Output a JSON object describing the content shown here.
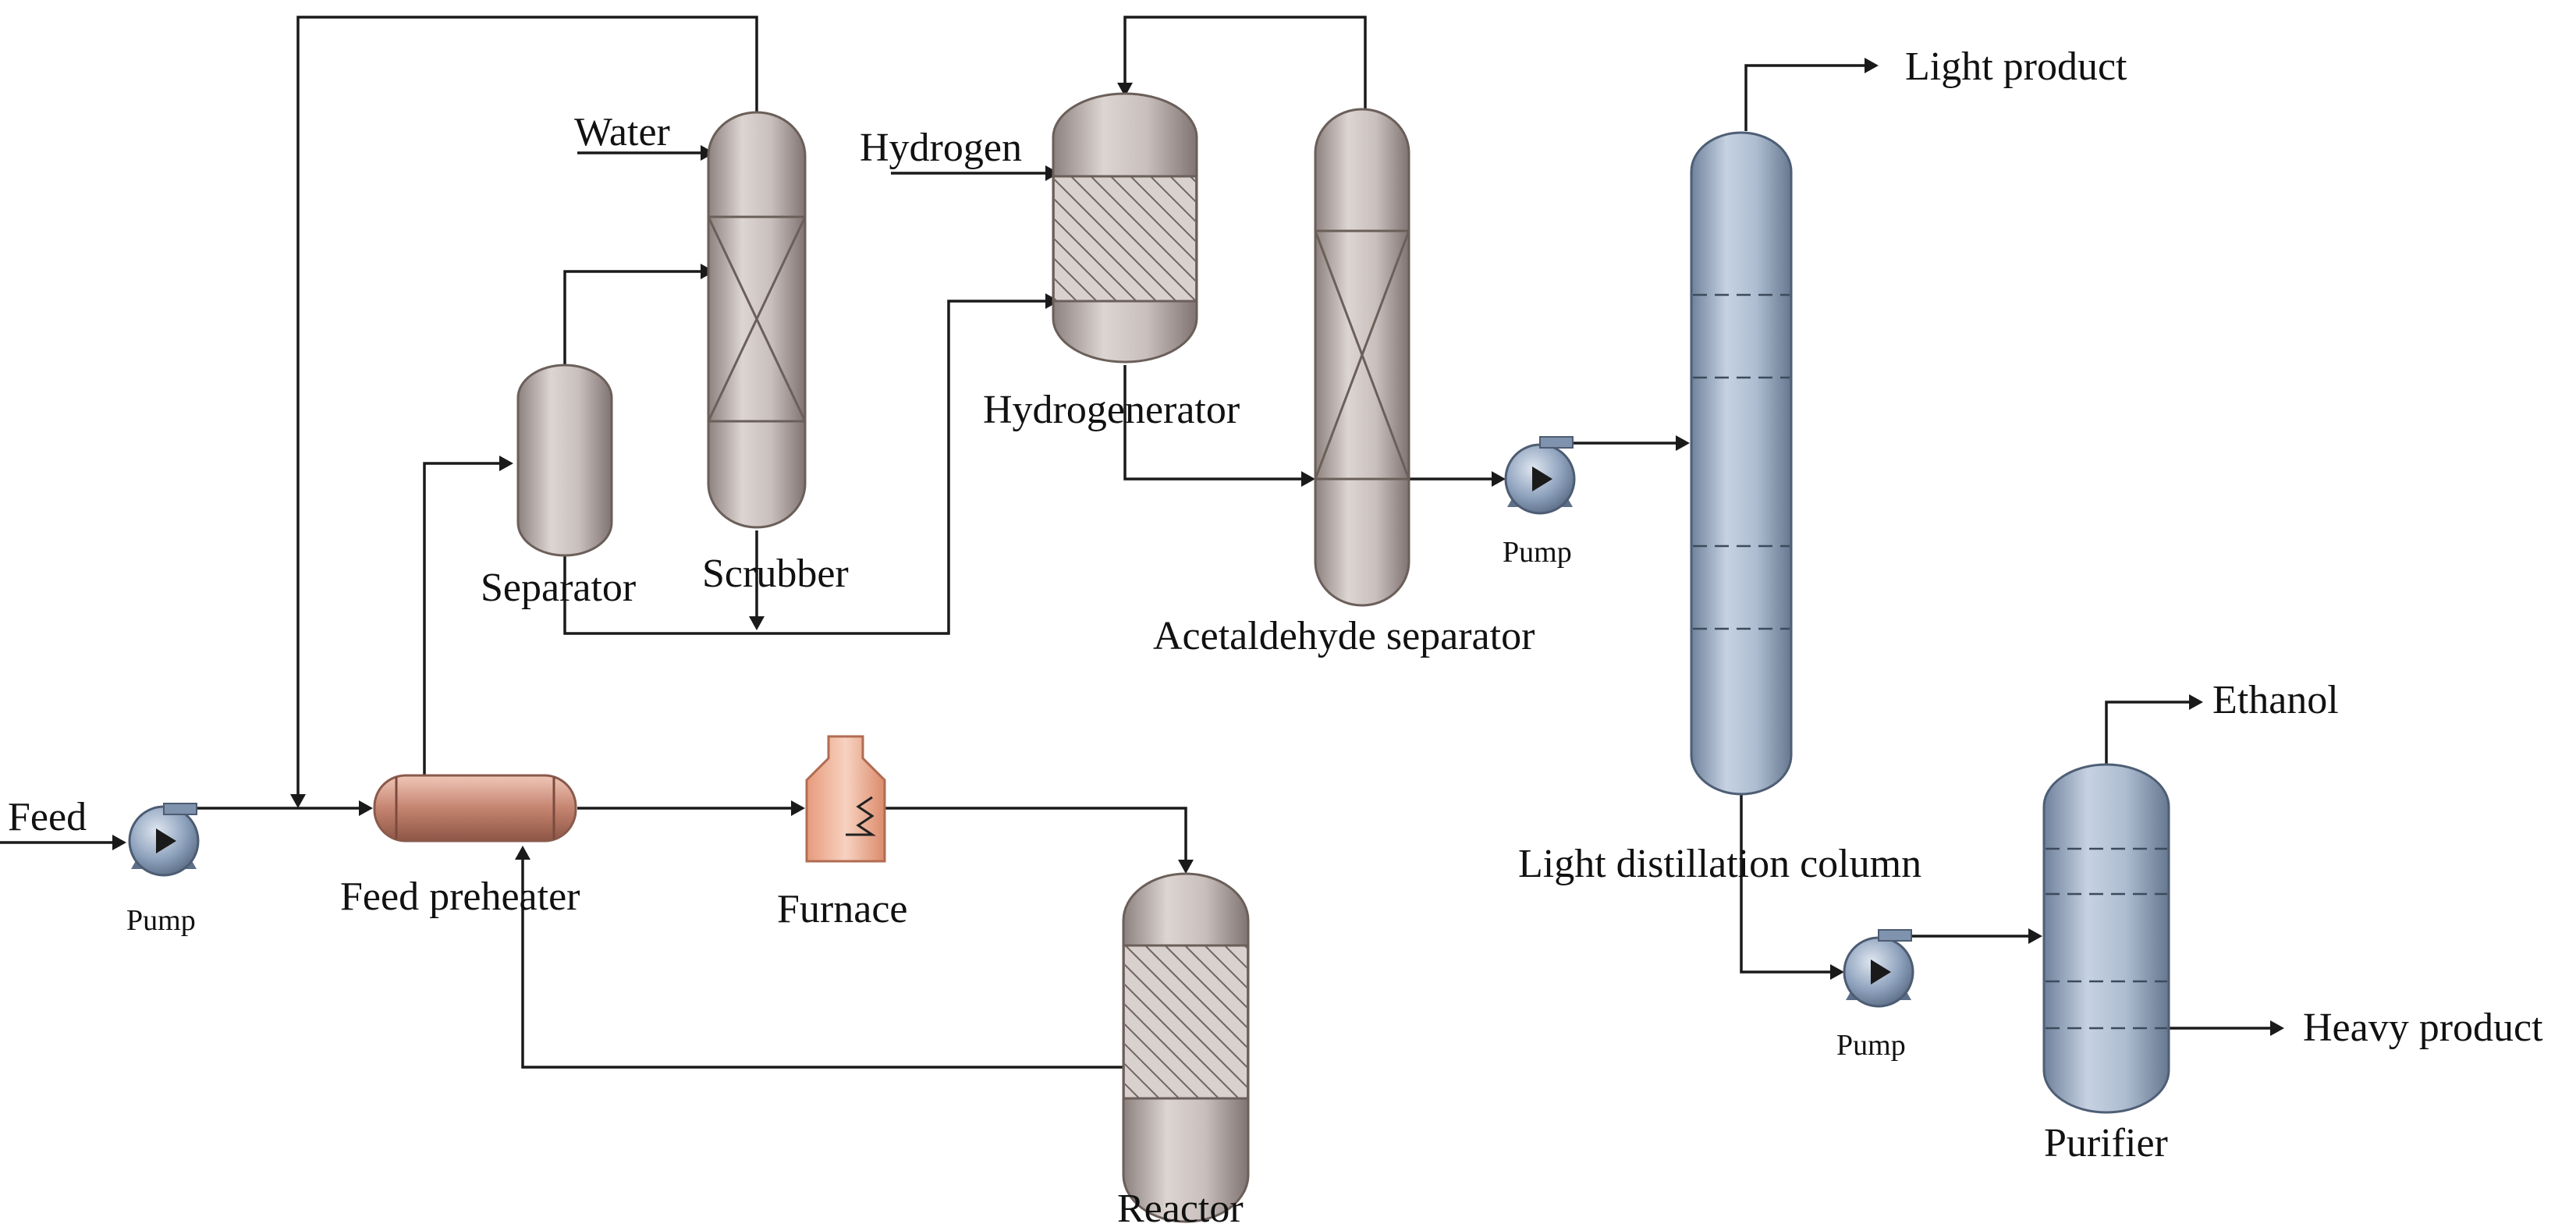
{
  "labels": {
    "feed": "Feed",
    "pump_feed": "Pump",
    "feed_preheater": "Feed preheater",
    "furnace": "Furnace",
    "reactor": "Reactor",
    "separator": "Separator",
    "scrubber": "Scrubber",
    "water": "Water",
    "hydrogen": "Hydrogen",
    "hydrogenerator": "Hydrogenerator",
    "acetaldehyde_separator": "Acetaldehyde separator",
    "pump_mid": "Pump",
    "light_product": "Light product",
    "light_distillation_column": "Light distillation column",
    "pump_bottom": "Pump",
    "ethanol": "Ethanol",
    "heavy_product": "Heavy product",
    "purifier": "Purifier"
  },
  "colors": {
    "vessel_gray": "#b9aeab",
    "column_blue": "#9fb0c7",
    "preheater": "#c98f7d",
    "furnace": "#ecb59b",
    "pump": "#8ea2bd",
    "line": "#1a1a1a"
  }
}
